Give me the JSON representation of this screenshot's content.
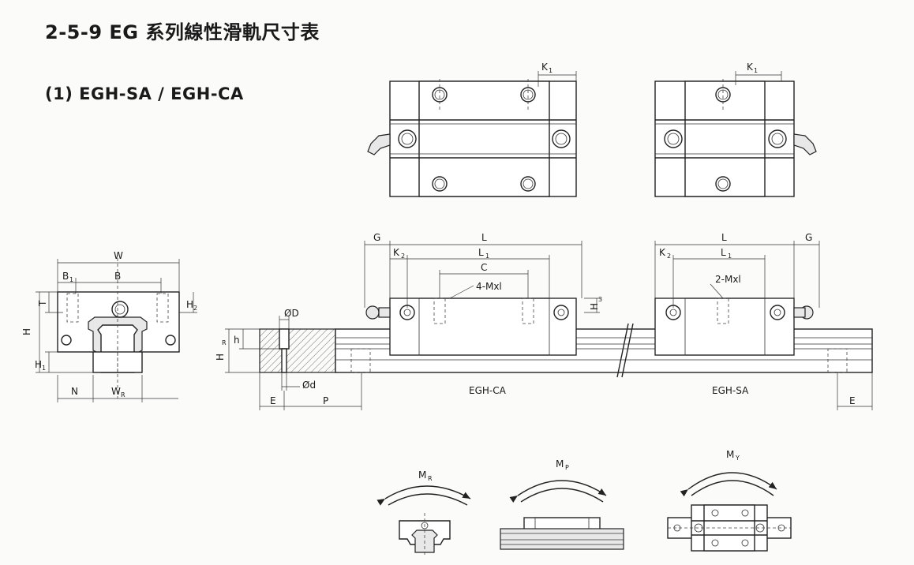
{
  "header": {
    "title": "2-5-9 EG 系列線性滑軌尺寸表",
    "section": "(1) EGH-SA / EGH-CA"
  },
  "labels": {
    "W": "W",
    "B": "B",
    "B1": "B",
    "B1_sub": "1",
    "T": "T",
    "H": "H",
    "H1": "H",
    "H1_sub": "1",
    "H2": "H",
    "H2_sub": "2",
    "N": "N",
    "WR": "W",
    "WR_sub": "R",
    "HR": "H",
    "HR_sub": "R",
    "h": "h",
    "D": "ØD",
    "d": "Ød",
    "E": "E",
    "P": "P",
    "G": "G",
    "L": "L",
    "L1": "L",
    "L1_sub": "1",
    "K1": "K",
    "K1_sub": "1",
    "K2": "K",
    "K2_sub": "2",
    "C": "C",
    "H3": "H",
    "H3_sub": "3",
    "mxl4": "4-Mxl",
    "mxl2": "2-Mxl",
    "egh_ca": "EGH-CA",
    "egh_sa": "EGH-SA",
    "MR": "M",
    "MR_sub": "R",
    "MP": "M",
    "MP_sub": "P",
    "MY": "M",
    "MY_sub": "Y"
  }
}
